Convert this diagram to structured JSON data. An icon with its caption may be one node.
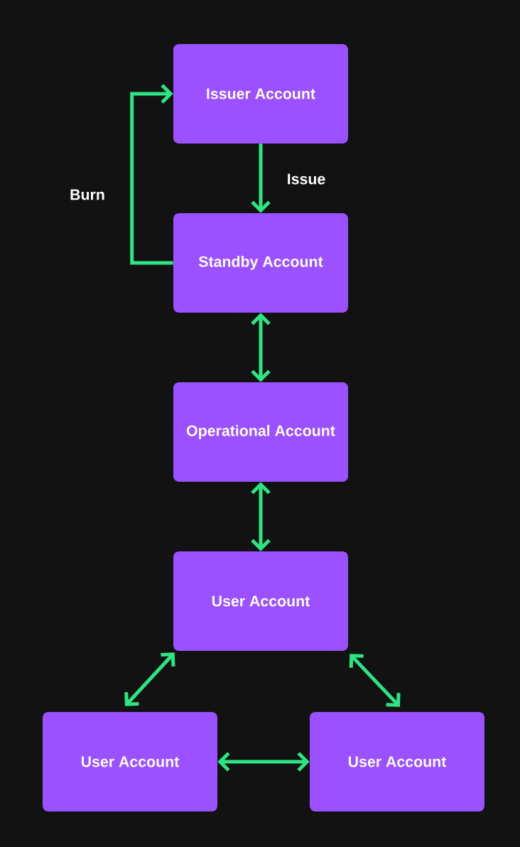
{
  "diagram": {
    "nodes": [
      {
        "text": [
          "Issuer Account"
        ]
      },
      {
        "text": [
          "Standby Account"
        ]
      },
      {
        "text": [
          "Operational Account"
        ]
      },
      {
        "text": [
          "User Account"
        ]
      },
      {
        "text": [
          "User Account"
        ]
      },
      {
        "text": [
          "User Account"
        ]
      }
    ],
    "edges": [
      {
        "from": 0,
        "to": 1,
        "arrow": "to",
        "label": "Issue"
      },
      {
        "from": 1,
        "to": 0,
        "arrow": "to",
        "label": "Burn"
      },
      {
        "from": 1,
        "to": 2,
        "arrow": "both"
      },
      {
        "from": 2,
        "to": 3,
        "arrow": "both"
      },
      {
        "from": 3,
        "to": 4,
        "arrow": "both"
      },
      {
        "from": 3,
        "to": 5,
        "arrow": "both"
      },
      {
        "from": 4,
        "to": 5,
        "arrow": "both"
      }
    ]
  }
}
